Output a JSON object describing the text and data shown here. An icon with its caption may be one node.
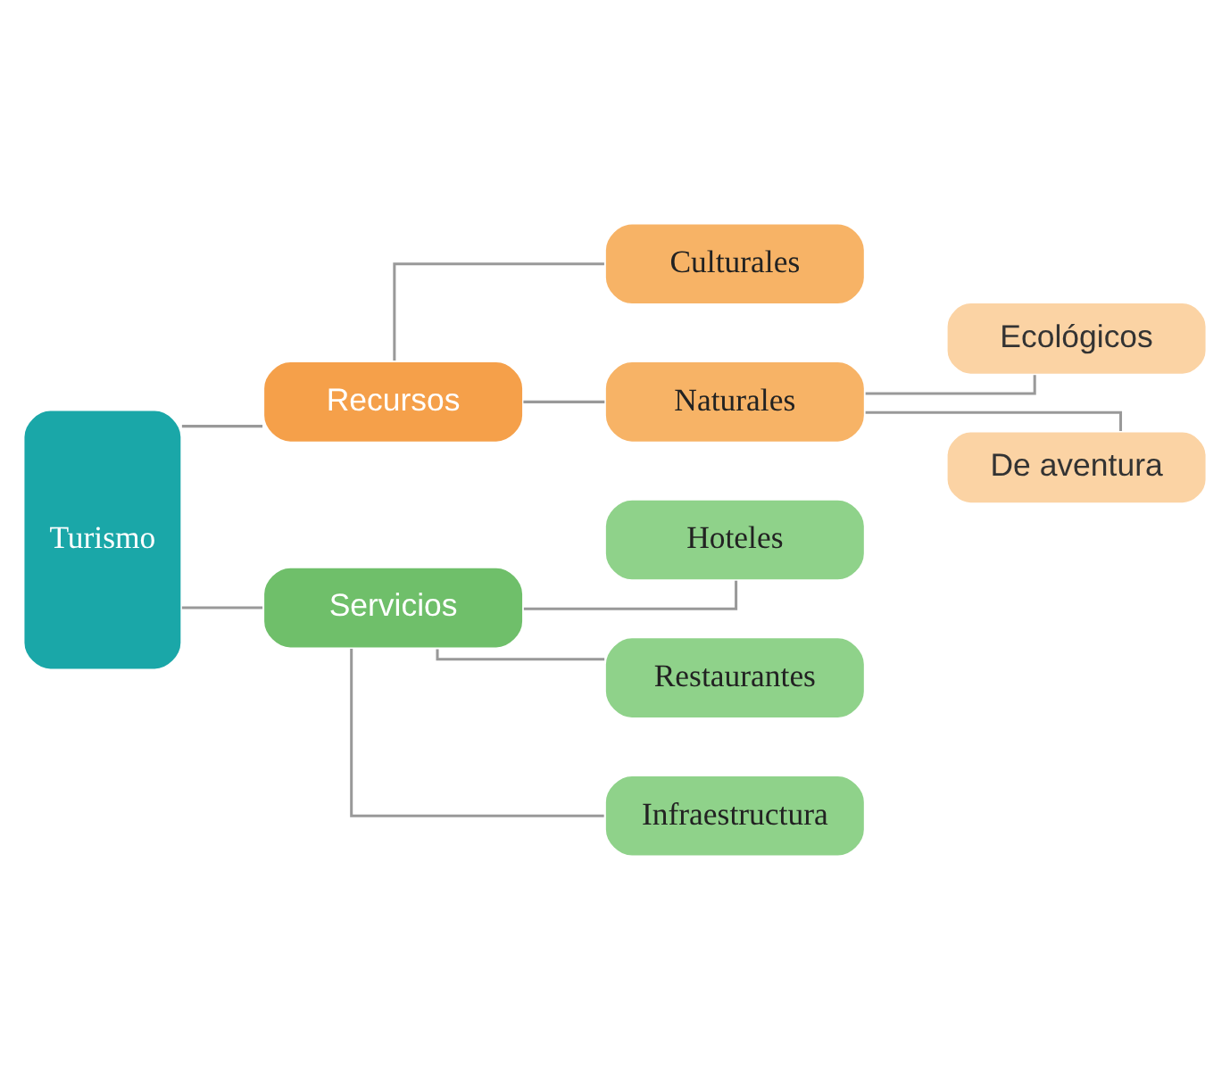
{
  "diagram": {
    "nodes": [
      {
        "text": [
          "Turismo"
        ]
      },
      {
        "text": [
          "Recursos"
        ]
      },
      {
        "text": [
          "Culturales"
        ]
      },
      {
        "text": [
          "Naturales"
        ]
      },
      {
        "text": [
          "Ecológicos"
        ]
      },
      {
        "text": [
          "De aventura"
        ]
      },
      {
        "text": [
          "Servicios"
        ]
      },
      {
        "text": [
          "Hoteles"
        ]
      },
      {
        "text": [
          "Restaurantes"
        ]
      },
      {
        "text": [
          "Infraestructura"
        ]
      }
    ],
    "edges": [
      {
        "from": 0,
        "to": 1,
        "arrow": "none"
      },
      {
        "from": 0,
        "to": 6,
        "arrow": "none"
      },
      {
        "from": 1,
        "to": 2,
        "arrow": "none"
      },
      {
        "from": 1,
        "to": 3,
        "arrow": "none"
      },
      {
        "from": 3,
        "to": 4,
        "arrow": "none"
      },
      {
        "from": 3,
        "to": 5,
        "arrow": "none"
      },
      {
        "from": 6,
        "to": 7,
        "arrow": "none"
      },
      {
        "from": 6,
        "to": 8,
        "arrow": "none"
      },
      {
        "from": 6,
        "to": 9,
        "arrow": "none"
      }
    ]
  }
}
